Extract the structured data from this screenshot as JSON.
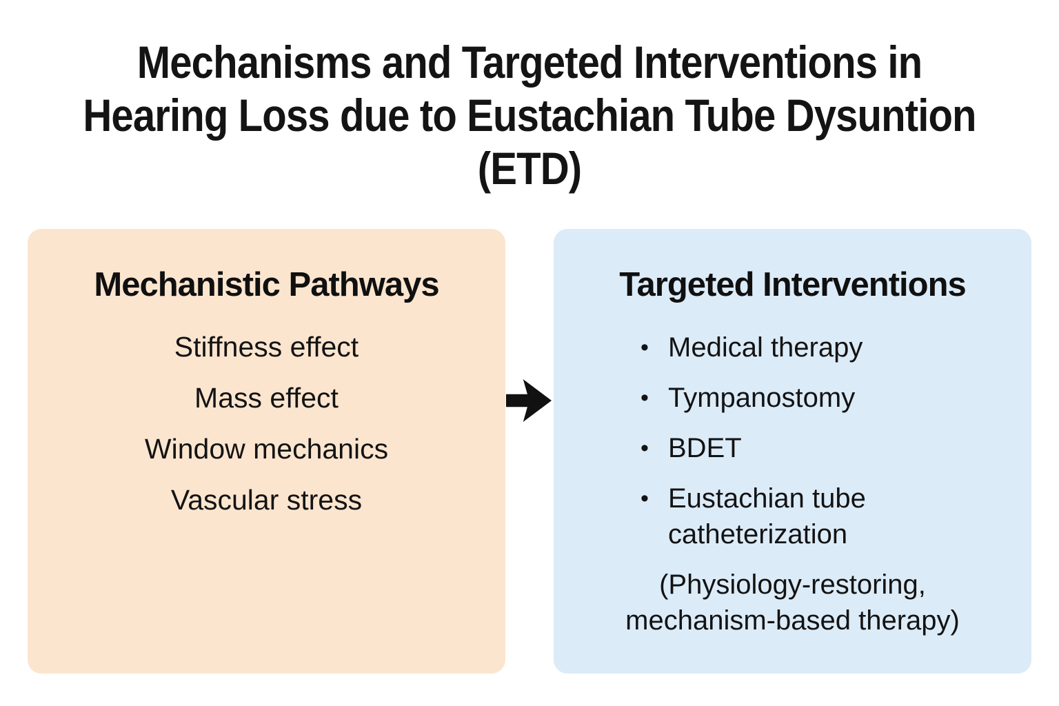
{
  "title": {
    "lines": [
      "Mechanisms and Targeted Interventions in",
      "Hearing Loss due to Eustachian Tube Dysuntion",
      "(ETD)"
    ]
  },
  "pathways": {
    "heading": "Mechanistic Pathways",
    "items": [
      "Stiffness effect",
      "Mass effect",
      "Window mechanics",
      "Vascular stress"
    ]
  },
  "interventions": {
    "heading": "Targeted Interventions",
    "bullet": "•",
    "items": [
      "Medical therapy",
      "Tympanostomy",
      "BDET",
      "Eustachian tube catheterization"
    ],
    "note": "(Physiology-restoring, mechanism-based therapy)"
  },
  "colors": {
    "pathways_box_bg": "#fce5cf",
    "interventions_box_bg": "#dcebf8",
    "arrow": "#111111",
    "text": "#131313",
    "background": "#ffffff"
  }
}
